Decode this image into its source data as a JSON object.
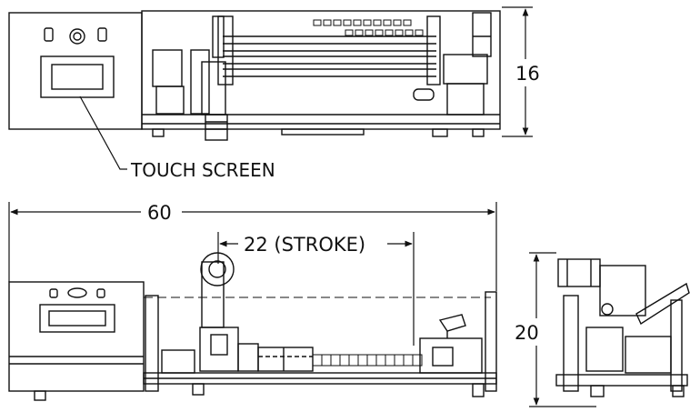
{
  "labels": {
    "touch_screen": "TOUCH SCREEN"
  },
  "dimensions": {
    "top_view_height": "16",
    "overall_length": "60",
    "stroke": "22 (STROKE)",
    "side_view_height": "20"
  },
  "colors": {
    "line": "#111111",
    "background": "#ffffff"
  }
}
